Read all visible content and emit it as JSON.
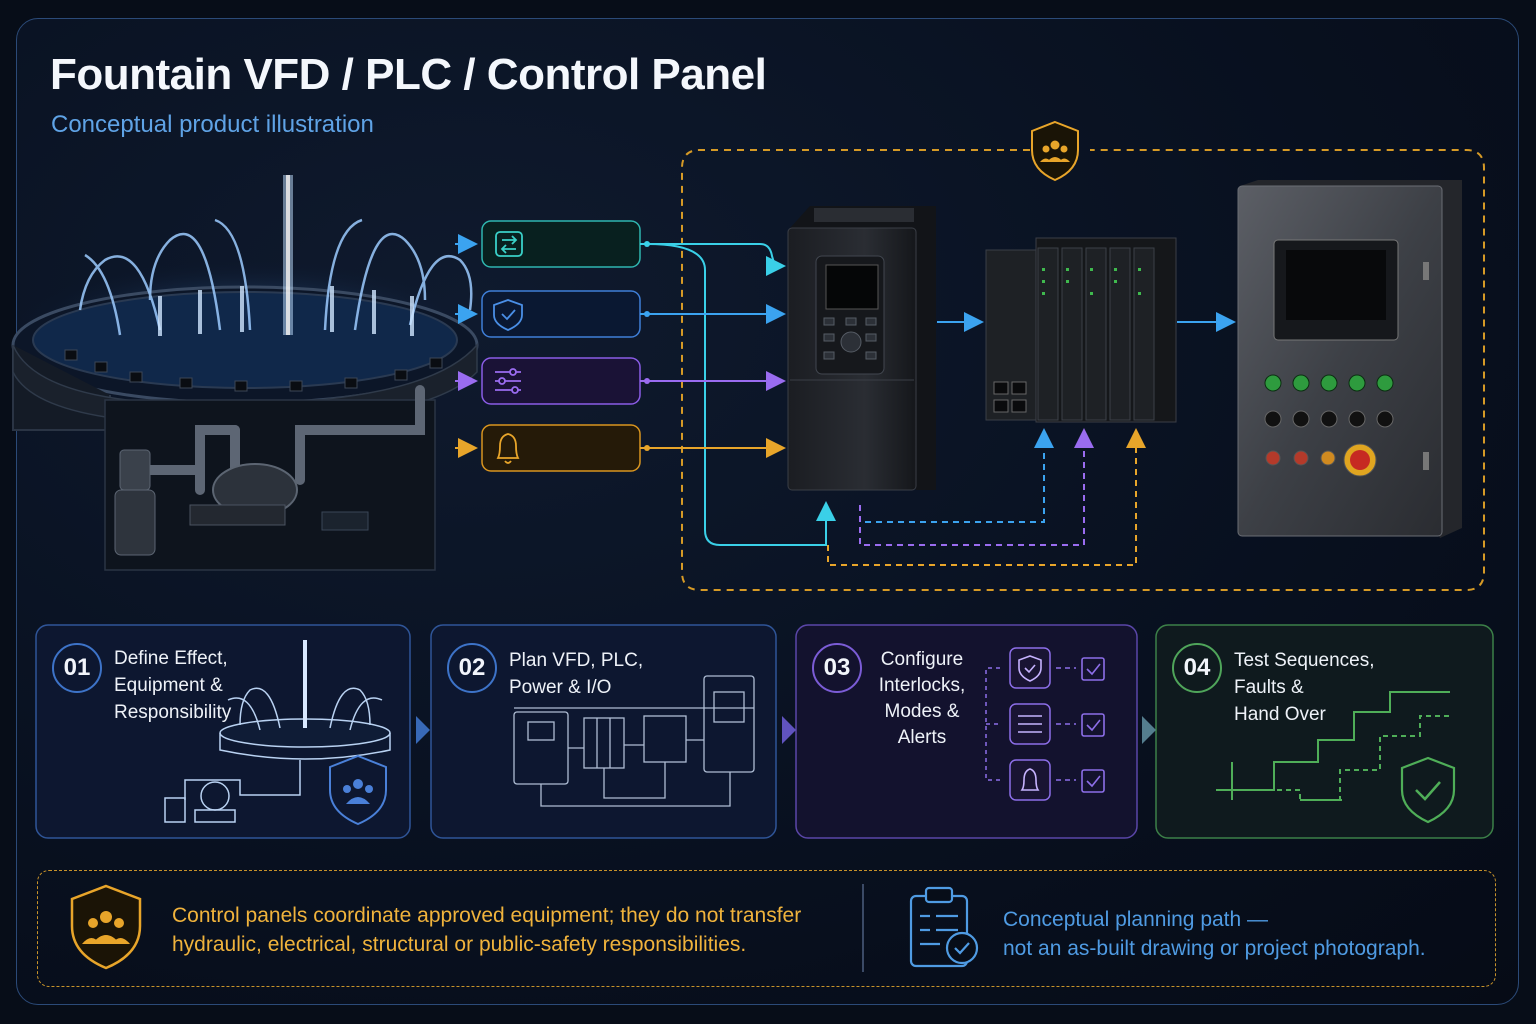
{
  "header": {
    "title": "Fountain VFD / PLC / Control Panel",
    "subtitle": "Conceptual product illustration"
  },
  "inputs": [
    {
      "icon": "switch-arrows-icon",
      "color": "#3ad0c8"
    },
    {
      "icon": "shield-check-icon",
      "color": "#4a8fe6"
    },
    {
      "icon": "sliders-icon",
      "color": "#9a6cf0"
    },
    {
      "icon": "bell-icon",
      "color": "#e8a52a"
    }
  ],
  "steps": [
    {
      "number": "01",
      "lines": [
        "Define Effect,",
        "Equipment &",
        "Responsibility"
      ],
      "color": "#3d73c8"
    },
    {
      "number": "02",
      "lines": [
        "Plan VFD, PLC,",
        "Power & I/O"
      ],
      "color": "#3d73c8"
    },
    {
      "number": "03",
      "lines": [
        "Configure",
        "Interlocks,",
        "Modes & Alerts"
      ],
      "color": "#7b5cd6"
    },
    {
      "number": "04",
      "lines": [
        "Test Sequences,",
        "Faults &",
        "Hand Over"
      ],
      "color": "#4fa55a"
    }
  ],
  "footer": {
    "left_line1": "Control panels coordinate approved equipment; they do not transfer",
    "left_line2": "hydraulic, electrical, structural or public-safety responsibilities.",
    "right_line1": "Conceptual planning path —",
    "right_line2": "not an as-built drawing or project photograph."
  },
  "colors": {
    "accent_blue": "#3ba3f0",
    "accent_gold": "#e8a52a",
    "accent_purple": "#9a6cf0",
    "accent_green": "#4fa55a"
  }
}
